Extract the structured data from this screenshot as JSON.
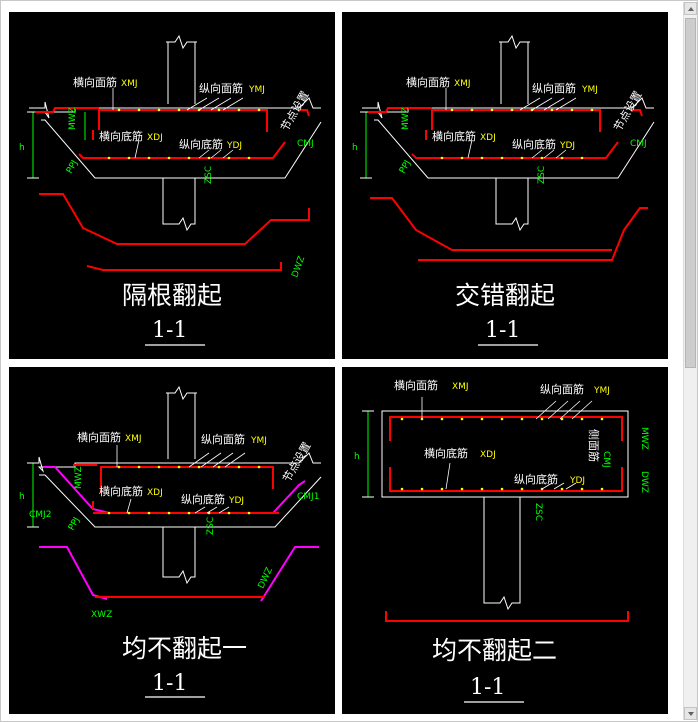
{
  "panels": [
    {
      "id": "gegen",
      "title": "隔根翻起",
      "section": "1-1",
      "labels": {
        "transverse_top": "横向面筋",
        "transverse_top_code": "XMJ",
        "longitudinal_top": "纵向面筋",
        "longitudinal_top_code": "YMJ",
        "transverse_bottom": "横向底筋",
        "transverse_bottom_code": "XDJ",
        "longitudinal_bottom": "纵向底筋",
        "longitudinal_bottom_code": "YDJ",
        "node": "节点设置",
        "mwz": "MWZ",
        "h": "h",
        "ppj": "PPJ",
        "cmj": "CMJ",
        "zsc": "ZSC",
        "dwz": "DWZ"
      }
    },
    {
      "id": "jiaocuo",
      "title": "交错翻起",
      "section": "1-1",
      "labels": {
        "transverse_top": "横向面筋",
        "transverse_top_code": "XMJ",
        "longitudinal_top": "纵向面筋",
        "longitudinal_top_code": "YMJ",
        "transverse_bottom": "横向底筋",
        "transverse_bottom_code": "XDJ",
        "longitudinal_bottom": "纵向底筋",
        "longitudinal_bottom_code": "YDJ",
        "node": "节点设置",
        "mwz": "MWZ",
        "h": "h",
        "ppj": "PPJ",
        "cmj": "CMJ",
        "zsc": "ZSC"
      }
    },
    {
      "id": "bufan1",
      "title": "均不翻起一",
      "section": "1-1",
      "labels": {
        "transverse_top": "横向面筋",
        "transverse_top_code": "XMJ",
        "longitudinal_top": "纵向面筋",
        "longitudinal_top_code": "YMJ",
        "transverse_bottom": "横向底筋",
        "transverse_bottom_code": "XDJ",
        "longitudinal_bottom": "纵向底筋",
        "longitudinal_bottom_code": "YDJ",
        "node": "节点设置",
        "mwz": "MWZ",
        "h": "h",
        "ppj": "PPJ",
        "cmj1": "CMJ1",
        "cmj2": "CMJ2",
        "zsc": "ZSC",
        "dwz": "DWZ",
        "xwz": "XWZ"
      }
    },
    {
      "id": "bufan2",
      "title": "均不翻起二",
      "section": "1-1",
      "labels": {
        "transverse_top": "横向面筋",
        "transverse_top_code": "XMJ",
        "longitudinal_top": "纵向面筋",
        "longitudinal_top_code": "YMJ",
        "transverse_bottom": "横向底筋",
        "transverse_bottom_code": "XDJ",
        "longitudinal_bottom": "纵向底筋",
        "longitudinal_bottom_code": "YDJ",
        "side": "侧面筋",
        "side_code": "CMJ",
        "mwz": "MWZ",
        "dwz": "DWZ",
        "h": "h",
        "zsc": "ZSC"
      }
    }
  ],
  "colors": {
    "background": "#000000",
    "outline": "#ffffff",
    "rebar": "#ff0000",
    "code": "#ffff00",
    "dimension": "#00ff00",
    "alt_rebar": "#ff00ff"
  }
}
